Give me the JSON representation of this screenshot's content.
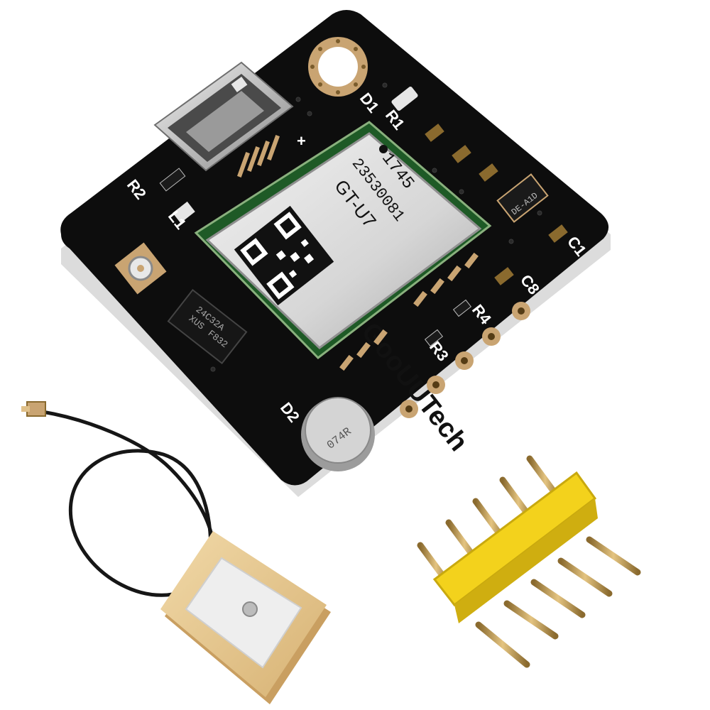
{
  "module": {
    "brand": "GooUUTech",
    "model": "GT-U7",
    "serial": "23530081",
    "date_code": "1745"
  },
  "eeprom_marking": [
    "24C32A",
    "XUS",
    "F832"
  ],
  "battery_marking": "074R",
  "ic_marking": "DE-A1D",
  "silkscreen": {
    "r2": "R2",
    "l1": "L1",
    "d1": "D1",
    "d2": "D2",
    "r1": "R1",
    "r3": "R3",
    "r4": "R4",
    "c1": "C1",
    "c8": "C8",
    "plus": "+"
  },
  "colors": {
    "pcb": "#0d0d0d",
    "shield": "#dcdcdc",
    "gold": "#c9a472",
    "header": "#f3d21c",
    "antenna": "#e8c88e"
  }
}
